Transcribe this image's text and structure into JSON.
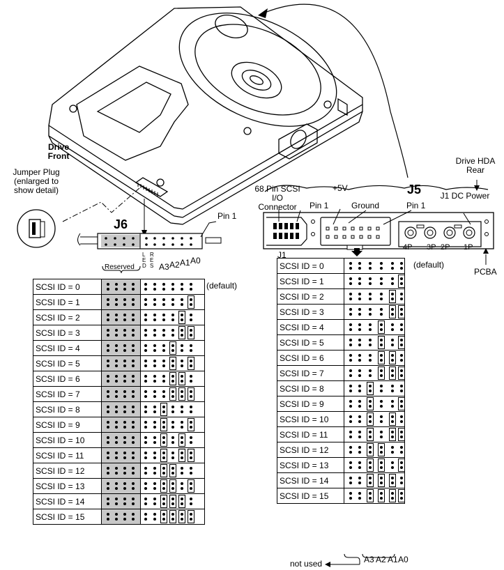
{
  "labels": {
    "drive_front": "Drive Front",
    "jumper_plug": "Jumper Plug (enlarged to show detail)",
    "j6": "J6",
    "pin1_j6": "Pin 1",
    "reserved": "Reserved",
    "led": "LED",
    "res": "RES",
    "a3": "A3",
    "a2": "A2",
    "a1": "A1",
    "a0": "A0",
    "default_left": "(default)",
    "drive_hda_rear": "Drive HDA Rear",
    "scsi_connector": "68 Pin SCSI I/O Connector",
    "pin1_connector": "Pin 1",
    "plus5v": "+5V",
    "ground": "Ground",
    "j5": "J5",
    "pin1_j5": "Pin 1",
    "j1_dc": "J1 DC Power",
    "j1": "J1",
    "p4": "4P",
    "p3": "3P",
    "p2": "2P",
    "p1": "1P",
    "pcba": "PCBA",
    "default_right": "(default)",
    "not_used": "not used"
  },
  "j6_rows": [
    {
      "label": "SCSI ID = 0",
      "a3": 0,
      "a2": 0,
      "a1": 0,
      "a0": 0
    },
    {
      "label": "SCSI ID = 1",
      "a3": 0,
      "a2": 0,
      "a1": 0,
      "a0": 1
    },
    {
      "label": "SCSI ID = 2",
      "a3": 0,
      "a2": 0,
      "a1": 1,
      "a0": 0
    },
    {
      "label": "SCSI ID = 3",
      "a3": 0,
      "a2": 0,
      "a1": 1,
      "a0": 1
    },
    {
      "label": "SCSI ID = 4",
      "a3": 0,
      "a2": 1,
      "a1": 0,
      "a0": 0
    },
    {
      "label": "SCSI ID = 5",
      "a3": 0,
      "a2": 1,
      "a1": 0,
      "a0": 1
    },
    {
      "label": "SCSI ID = 6",
      "a3": 0,
      "a2": 1,
      "a1": 1,
      "a0": 0
    },
    {
      "label": "SCSI ID = 7",
      "a3": 0,
      "a2": 1,
      "a1": 1,
      "a0": 1
    },
    {
      "label": "SCSI ID = 8",
      "a3": 1,
      "a2": 0,
      "a1": 0,
      "a0": 0
    },
    {
      "label": "SCSI ID = 9",
      "a3": 1,
      "a2": 0,
      "a1": 0,
      "a0": 1
    },
    {
      "label": "SCSI ID = 10",
      "a3": 1,
      "a2": 0,
      "a1": 1,
      "a0": 0
    },
    {
      "label": "SCSI ID = 11",
      "a3": 1,
      "a2": 0,
      "a1": 1,
      "a0": 1
    },
    {
      "label": "SCSI ID = 12",
      "a3": 1,
      "a2": 1,
      "a1": 0,
      "a0": 0
    },
    {
      "label": "SCSI ID = 13",
      "a3": 1,
      "a2": 1,
      "a1": 0,
      "a0": 1
    },
    {
      "label": "SCSI ID = 14",
      "a3": 1,
      "a2": 1,
      "a1": 1,
      "a0": 0
    },
    {
      "label": "SCSI ID = 15",
      "a3": 1,
      "a2": 1,
      "a1": 1,
      "a0": 1
    }
  ],
  "j5_rows": [
    {
      "label": "SCSI ID = 0",
      "a3": 0,
      "a2": 0,
      "a1": 0,
      "a0": 0
    },
    {
      "label": "SCSI ID = 1",
      "a3": 0,
      "a2": 0,
      "a1": 0,
      "a0": 1
    },
    {
      "label": "SCSI ID = 2",
      "a3": 0,
      "a2": 0,
      "a1": 1,
      "a0": 0
    },
    {
      "label": "SCSI ID = 3",
      "a3": 0,
      "a2": 0,
      "a1": 1,
      "a0": 1
    },
    {
      "label": "SCSI ID = 4",
      "a3": 0,
      "a2": 1,
      "a1": 0,
      "a0": 0
    },
    {
      "label": "SCSI ID = 5",
      "a3": 0,
      "a2": 1,
      "a1": 0,
      "a0": 1
    },
    {
      "label": "SCSI ID = 6",
      "a3": 0,
      "a2": 1,
      "a1": 1,
      "a0": 0
    },
    {
      "label": "SCSI ID = 7",
      "a3": 0,
      "a2": 1,
      "a1": 1,
      "a0": 1
    },
    {
      "label": "SCSI ID = 8",
      "a3": 1,
      "a2": 0,
      "a1": 0,
      "a0": 0
    },
    {
      "label": "SCSI ID = 9",
      "a3": 1,
      "a2": 0,
      "a1": 0,
      "a0": 1
    },
    {
      "label": "SCSI ID = 10",
      "a3": 1,
      "a2": 0,
      "a1": 1,
      "a0": 0
    },
    {
      "label": "SCSI ID = 11",
      "a3": 1,
      "a2": 0,
      "a1": 1,
      "a0": 1
    },
    {
      "label": "SCSI ID = 12",
      "a3": 1,
      "a2": 1,
      "a1": 0,
      "a0": 0
    },
    {
      "label": "SCSI ID = 13",
      "a3": 1,
      "a2": 1,
      "a1": 0,
      "a0": 1
    },
    {
      "label": "SCSI ID = 14",
      "a3": 1,
      "a2": 1,
      "a1": 1,
      "a0": 0
    },
    {
      "label": "SCSI ID = 15",
      "a3": 1,
      "a2": 1,
      "a1": 1,
      "a0": 1
    }
  ],
  "colors": {
    "reserved_fill": "#c8c8c8",
    "line": "#000000"
  }
}
